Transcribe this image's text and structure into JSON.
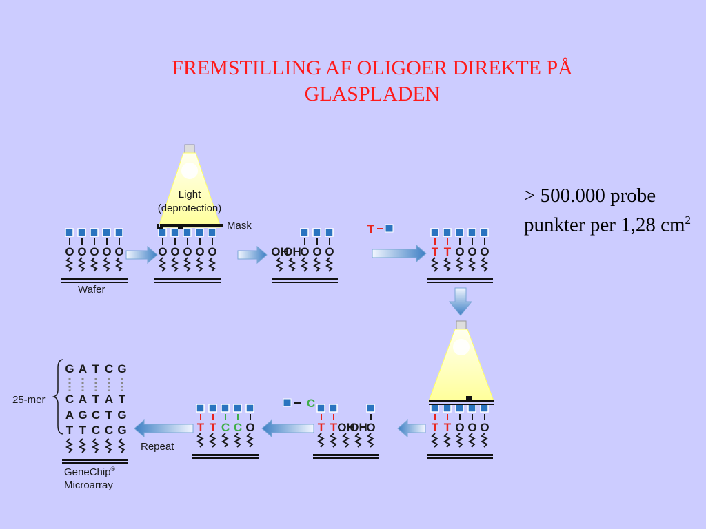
{
  "title": {
    "line1": "FREMSTILLING AF OLIGOER DIREKTE PÅ",
    "line2": "GLASPLADEN"
  },
  "info": {
    "text": "> 500.000 probe punkter per 1,28 cm",
    "superscript": "2"
  },
  "diagram": {
    "labels": {
      "wafer": "Wafer",
      "light": "Light",
      "deprotection": "(deprotection)",
      "mask": "Mask",
      "repeat": "Repeat",
      "twenty_five_mer": "25-mer",
      "genechip": "GeneChip",
      "registered": "®",
      "microarray": "Microarray"
    },
    "reagents": {
      "t_monomer": "T",
      "c_monomer": "C"
    },
    "chip_sequence_rows": [
      [
        "G",
        "A",
        "T",
        "C",
        "G"
      ],
      [
        "C",
        "A",
        "T",
        "A",
        "T"
      ],
      [
        "A",
        "G",
        "C",
        "T",
        "G"
      ],
      [
        "T",
        "T",
        "C",
        "C",
        "G"
      ]
    ],
    "colors": {
      "protect_group": "#2a74c0",
      "t_base": "#e8261e",
      "c_base": "#3fae49",
      "light": "#ffffb0"
    }
  }
}
